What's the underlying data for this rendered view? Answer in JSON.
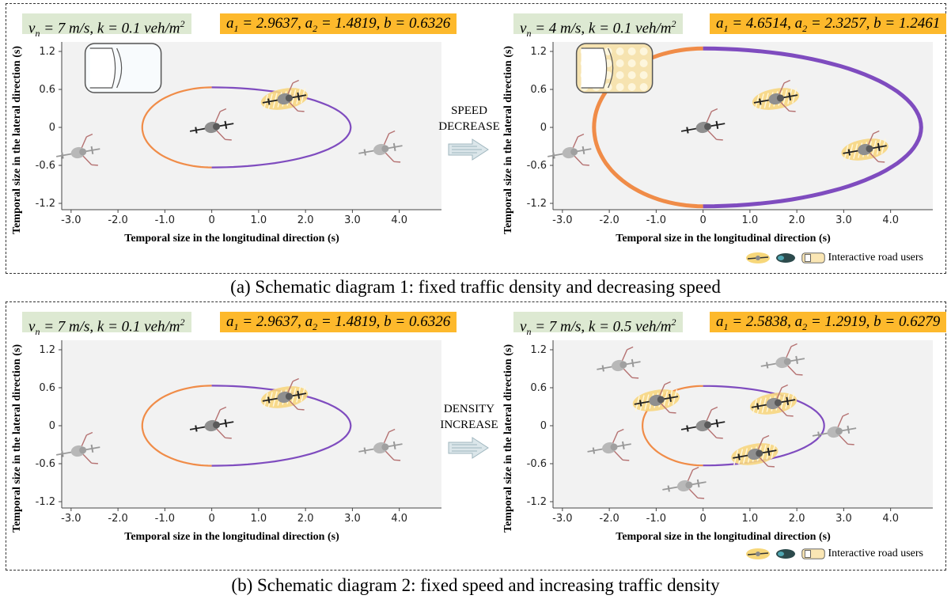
{
  "panel_a": {
    "caption": "(a) Schematic diagram 1: fixed traffic density and decreasing speed",
    "left": {
      "params_green": "v_n = 7 m/s, k = 0.1 veh/m2",
      "params_orange": "a_1 = 2.9637, a_2 = 1.4819, b = 0.6326"
    },
    "right": {
      "params_green": "v_n = 4 m/s, k = 0.1 veh/m2",
      "params_orange": "a_1 = 4.6514, a_2 = 2.3257, b = 1.2461"
    },
    "transition_line1": "SPEED",
    "transition_line2": "DECREASE",
    "legend": "Interactive road users"
  },
  "panel_b": {
    "caption": "(b) Schematic diagram 2: fixed speed and increasing traffic density",
    "left": {
      "params_green": "v_n = 7 m/s, k = 0.1 veh/m2",
      "params_orange": "a_1 = 2.9637, a_2 = 1.4819, b = 0.6326"
    },
    "right": {
      "params_green": "v_n = 7 m/s, k = 0.5 veh/m2",
      "params_orange": "a_1 = 2.5838, a_2 = 1.2919, b = 0.6279"
    },
    "transition_line1": "DENSITY",
    "transition_line2": "INCREASE",
    "legend": "Interactive road users"
  },
  "axes": {
    "xlabel": "Temporal size in the longitudinal direction (s)",
    "ylabel": "Temporal size in the lateral direction (s)",
    "x_ticks": [
      "-3.0",
      "-2.0",
      "-1.0",
      "0",
      "1.0",
      "2.0",
      "3.0",
      "4.0"
    ],
    "y_ticks": [
      "1.2",
      "0.6",
      "0",
      "-0.6",
      "-1.2"
    ],
    "xlim": [
      -3.2,
      4.9
    ],
    "ylim": [
      -1.3,
      1.35
    ]
  },
  "colors": {
    "rear_arc": "#f08c48",
    "front_arc": "#7f4cbf",
    "plot_bg": "#f2f2f2",
    "green_box": "#dde9d2",
    "orange_box": "#fdb92c"
  },
  "plots": {
    "a_left": {
      "ellipse": {
        "a1": 2.9637,
        "a2": 1.4819,
        "b": 0.6326,
        "thick": false
      },
      "agents": [
        {
          "x": 0,
          "y": 0,
          "ego": true
        },
        {
          "x": 1.55,
          "y": 0.45,
          "hl": true
        },
        {
          "x": 3.6,
          "y": -0.35,
          "hl": false
        },
        {
          "x": -2.85,
          "y": -0.4,
          "hl": false
        }
      ],
      "car": {
        "x": -2.7,
        "y": 1.1,
        "pattern": false
      }
    },
    "a_right": {
      "ellipse": {
        "a1": 4.6514,
        "a2": 2.3257,
        "b": 1.2461,
        "thick": true
      },
      "agents": [
        {
          "x": 0,
          "y": 0,
          "ego": true
        },
        {
          "x": 1.55,
          "y": 0.45,
          "hl": true
        },
        {
          "x": 3.45,
          "y": -0.35,
          "hl": true
        },
        {
          "x": -2.85,
          "y": -0.4,
          "hl": false
        }
      ],
      "car": {
        "x": -2.7,
        "y": 1.1,
        "pattern": true
      }
    },
    "b_left": {
      "ellipse": {
        "a1": 2.9637,
        "a2": 1.4819,
        "b": 0.6326,
        "thick": false
      },
      "agents": [
        {
          "x": 0,
          "y": 0,
          "ego": true
        },
        {
          "x": 1.55,
          "y": 0.45,
          "hl": true
        },
        {
          "x": 3.6,
          "y": -0.35,
          "hl": false
        },
        {
          "x": -2.85,
          "y": -0.4,
          "hl": false
        }
      ],
      "car": null
    },
    "b_right": {
      "ellipse": {
        "a1": 2.5838,
        "a2": 1.2919,
        "b": 0.6279,
        "thick": false
      },
      "agents": [
        {
          "x": 0,
          "y": 0,
          "ego": true
        },
        {
          "x": 1.5,
          "y": 0.35,
          "hl": true
        },
        {
          "x": -1.0,
          "y": 0.4,
          "hl": true
        },
        {
          "x": 1.1,
          "y": -0.45,
          "hl": true
        },
        {
          "x": -1.8,
          "y": 0.95,
          "hl": false
        },
        {
          "x": 1.7,
          "y": 1.0,
          "hl": false
        },
        {
          "x": -2.0,
          "y": -0.35,
          "hl": false
        },
        {
          "x": 2.8,
          "y": -0.1,
          "hl": false
        },
        {
          "x": -0.4,
          "y": -0.95,
          "hl": false
        }
      ],
      "car": null
    }
  }
}
